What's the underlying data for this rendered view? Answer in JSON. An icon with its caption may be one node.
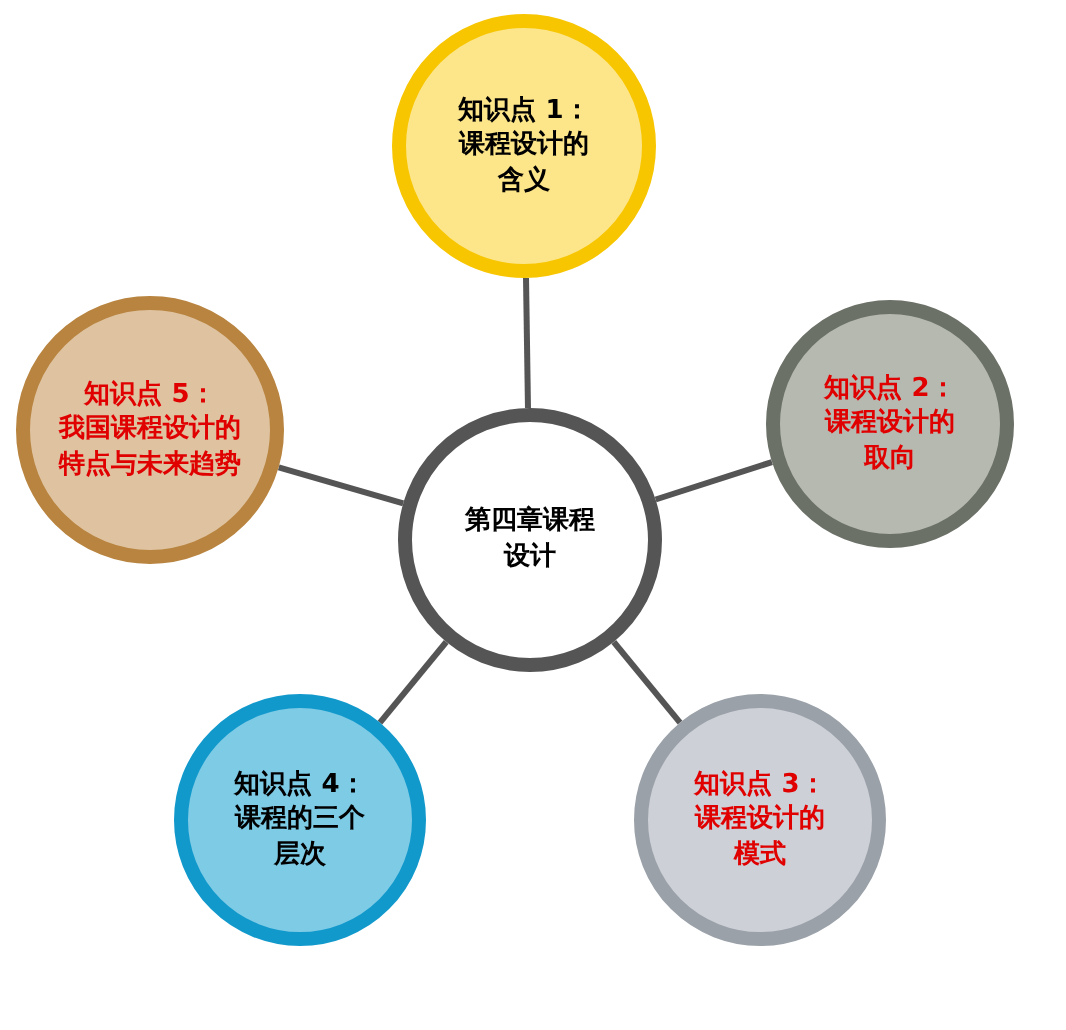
{
  "diagram": {
    "nodes": [
      {
        "text": [
          "第四章课程设计"
        ]
      },
      {
        "text": [
          "知识点 1：",
          "课程设计的含义"
        ]
      },
      {
        "text": [
          "知识点 2：",
          "课程设计的取向"
        ]
      },
      {
        "text": [
          "知识点 3：",
          "课程设计的模式"
        ]
      },
      {
        "text": [
          "知识点 4：",
          "课程的三个层次"
        ]
      },
      {
        "text": [
          "知识点 5：",
          "我国课程设计的特点与未来趋势"
        ]
      }
    ],
    "edges": [
      {
        "from": 0,
        "to": 1,
        "arrow": "none"
      },
      {
        "from": 0,
        "to": 2,
        "arrow": "none"
      },
      {
        "from": 0,
        "to": 3,
        "arrow": "none"
      },
      {
        "from": 0,
        "to": 4,
        "arrow": "none"
      },
      {
        "from": 0,
        "to": 5,
        "arrow": "none"
      }
    ]
  }
}
